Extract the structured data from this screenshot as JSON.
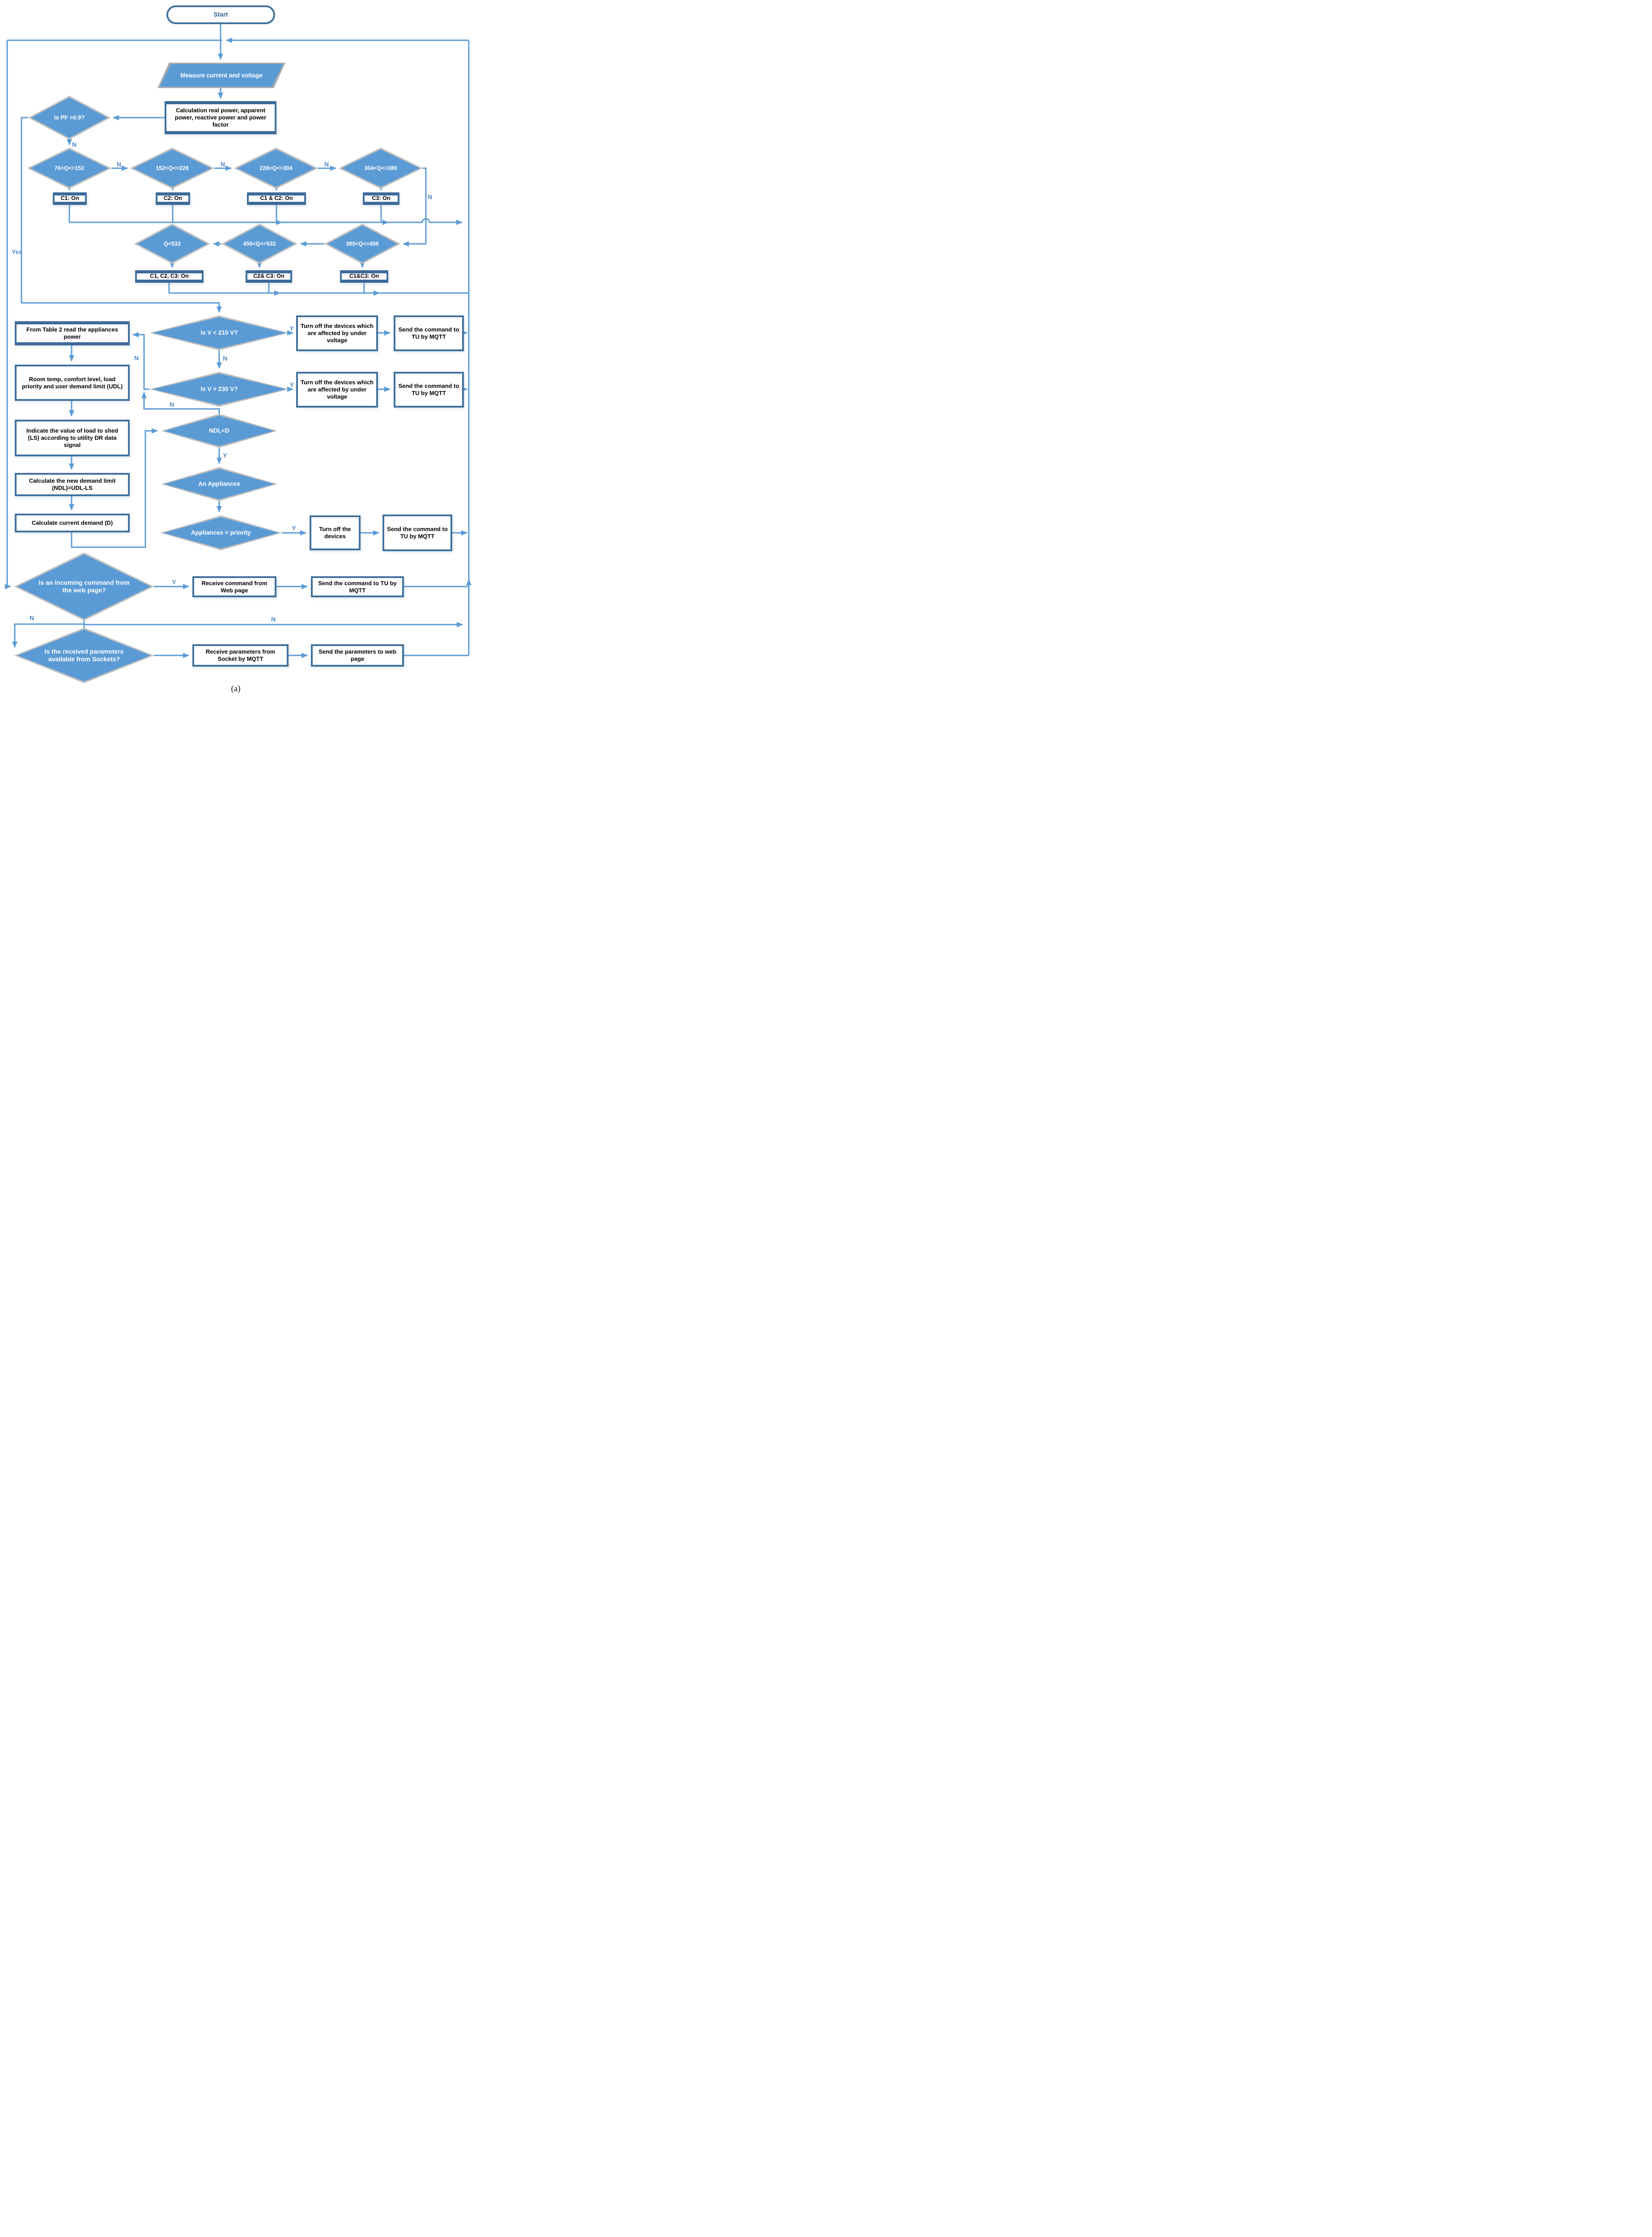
{
  "diagram": {
    "caption": "(a)",
    "colors": {
      "line": "#5B9BD5",
      "diamond_fill": "#5B9BD5",
      "diamond_border": "#BEBEBE",
      "box_border": "#41719C",
      "edge_label": "#4E86C0"
    },
    "nodes": {
      "start": "Start",
      "measure": "Measure current and voltage",
      "calc": "Calculation real power, apparent power, reactive power and power factor",
      "pf": "Is PF >0.9?",
      "q1": "76<Q<=152",
      "q2": "152<Q<=228",
      "q3": "228<Q<=304",
      "q4": "304<Q<=380",
      "q5": "380<Q<=456",
      "q6": "456<Q<=532",
      "q7": "Q<532",
      "c1": "C1: On",
      "c2": "C2: On",
      "c12": "C1 & C2: On",
      "c3": "C3: On",
      "c123": "C1, C2, C3: On",
      "c23": "C2& C3: On",
      "c13": "C1&C3: On",
      "v210": "Is V < 210 V?",
      "turnoff_under1": "Turn off the devices which are affected by under voltage",
      "send_tu1": "Send the command to TU by MQTT",
      "v230": "Is V > 230 V?",
      "turnoff_under2": "Turn off the devices which are affected by under voltage",
      "send_tu2": "Send the command to TU by MQTT",
      "table2": "From Table 2 read the appliances power",
      "room": "Room temp, comfort level, load priority and user demand limit (UDL)",
      "indicate": "Indicate the value of load to shed (LS) according to utility DR data signal",
      "ndlcalc": "Calculate the new demand limit (NDL)=UDL-LS",
      "calcd": "Calculate current demand (D)",
      "ndl": "NDL<D",
      "anapp": "An Appliances",
      "appprio": "Appliances < priority",
      "turnoff_dev": "Turn off the devices",
      "send_tu3": "Send the command to TU by MQTT",
      "incoming": "Is an incoming command from the web page?",
      "receive_cmd": "Receive command from Web page",
      "send_cmd": "Send the command to TU by MQTT",
      "sockets": "Is the received parameters available from Sockets?",
      "receive_params": "Receive parameters from Socket by MQTT",
      "send_params": "Send the parameters to web page"
    },
    "labels": {
      "pf_yes": "Yes",
      "pf_no": "N",
      "q1_no": "N",
      "q2_no": "N",
      "q3_no": "N",
      "q4_no": "N",
      "v210_yes": "Y",
      "v210_no": "N",
      "v230_yes": "Y",
      "v230_no": "N",
      "ndl_no": "N",
      "ndl_yes": "Y",
      "appprio_yes": "Y",
      "incoming_yes": "Y",
      "incoming_no": "N",
      "sockets_no": "N"
    }
  }
}
